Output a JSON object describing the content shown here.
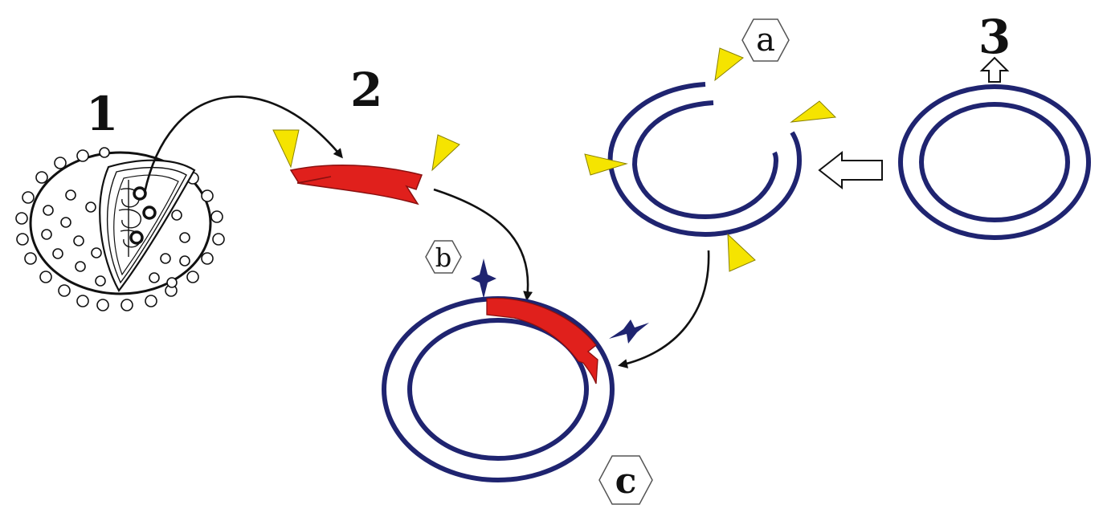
{
  "labels": {
    "step1": "1",
    "step2": "2",
    "step3": "3",
    "a": "a",
    "b": "b",
    "c": "c"
  },
  "colors": {
    "plasmid": "#1f2470",
    "gene": "#e0201c",
    "enzyme": "#f5e400",
    "ligase": "#1f2470",
    "arrow": "#111111"
  },
  "icons": {
    "cell": "bacterial-cell-icon",
    "gene": "target-gene-fragment",
    "restriction": "restriction-enzyme-triangle",
    "ligase": "ligase-star"
  }
}
